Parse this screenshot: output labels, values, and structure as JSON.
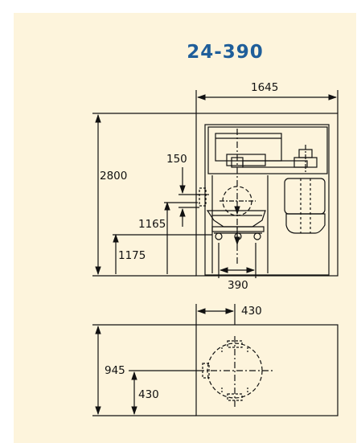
{
  "title": "24-390",
  "dims": {
    "width_total": "1645",
    "height_total": "2800",
    "d150": "150",
    "d1165": "1165",
    "d1175": "1175",
    "d390": "390",
    "d430_top": "430",
    "d945": "945",
    "d430_side": "430"
  },
  "colors": {
    "background": "#fdf4dc",
    "title": "#1f5e9a",
    "line": "#111111"
  }
}
